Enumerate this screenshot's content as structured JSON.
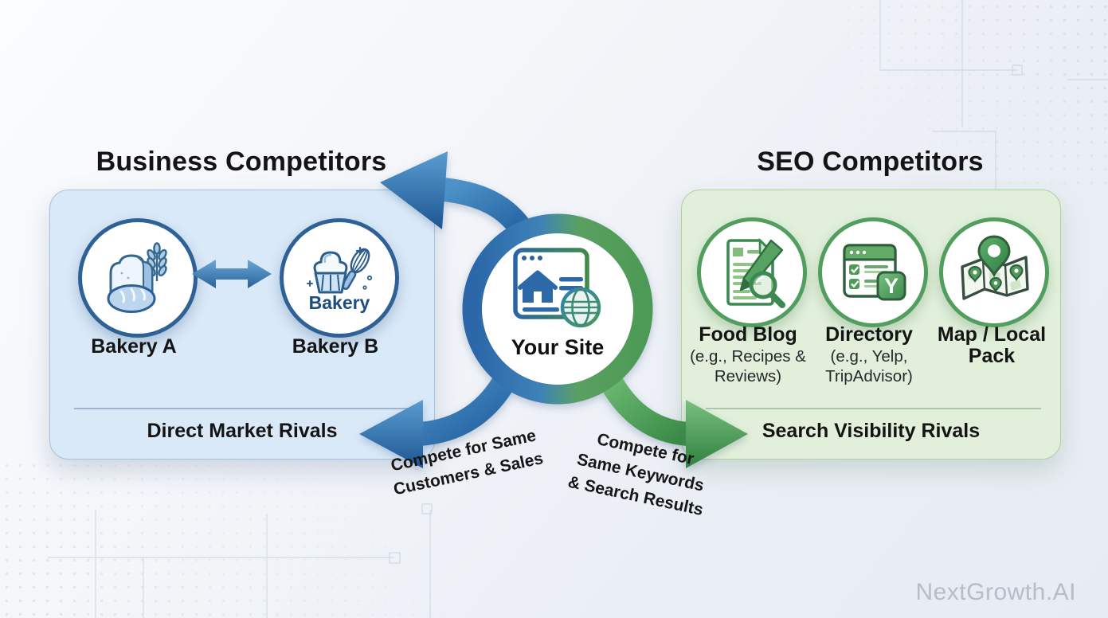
{
  "left_panel": {
    "title": "Business Competitors",
    "items": [
      {
        "label": "Bakery A",
        "icon": "bread-wheat-icon"
      },
      {
        "label": "Bakery B",
        "icon": "cupcake-whisk-icon",
        "icon_caption": "Bakery"
      }
    ],
    "footer": "Direct Market Rivals"
  },
  "center": {
    "label": "Your Site",
    "icon": "browser-globe-icon"
  },
  "right_panel": {
    "title": "SEO Competitors",
    "items": [
      {
        "title": "Food Blog",
        "subtitle": "(e.g., Recipes & Reviews)",
        "icon": "blog-pen-magnifier-icon"
      },
      {
        "title": "Directory",
        "subtitle": "(e.g., Yelp, TripAdvisor)",
        "icon": "checklist-yelp-icon"
      },
      {
        "title": "Map / Local Pack",
        "subtitle": "",
        "icon": "map-pins-icon"
      }
    ],
    "footer": "Search Visibility Rivals"
  },
  "arrow_labels": {
    "left": [
      "Compete for Same",
      "Customers & Sales"
    ],
    "right": [
      "Compete for",
      "Same Keywords",
      "& Search Results"
    ]
  },
  "watermark": "NextGrowth.AI",
  "colors": {
    "blue_box_fill": "#d9e9f8",
    "blue_box_border": "#a3c2de",
    "green_box_fill": "#e2f0db",
    "green_box_border": "#aed0a5",
    "blue_arrow": "#2e6fae",
    "green_arrow": "#4f9e58",
    "circle_border_blue": "#2e6195",
    "circle_border_green": "#519e5f",
    "title_text": "#141414",
    "watermark_text": "#b7bdc7"
  }
}
